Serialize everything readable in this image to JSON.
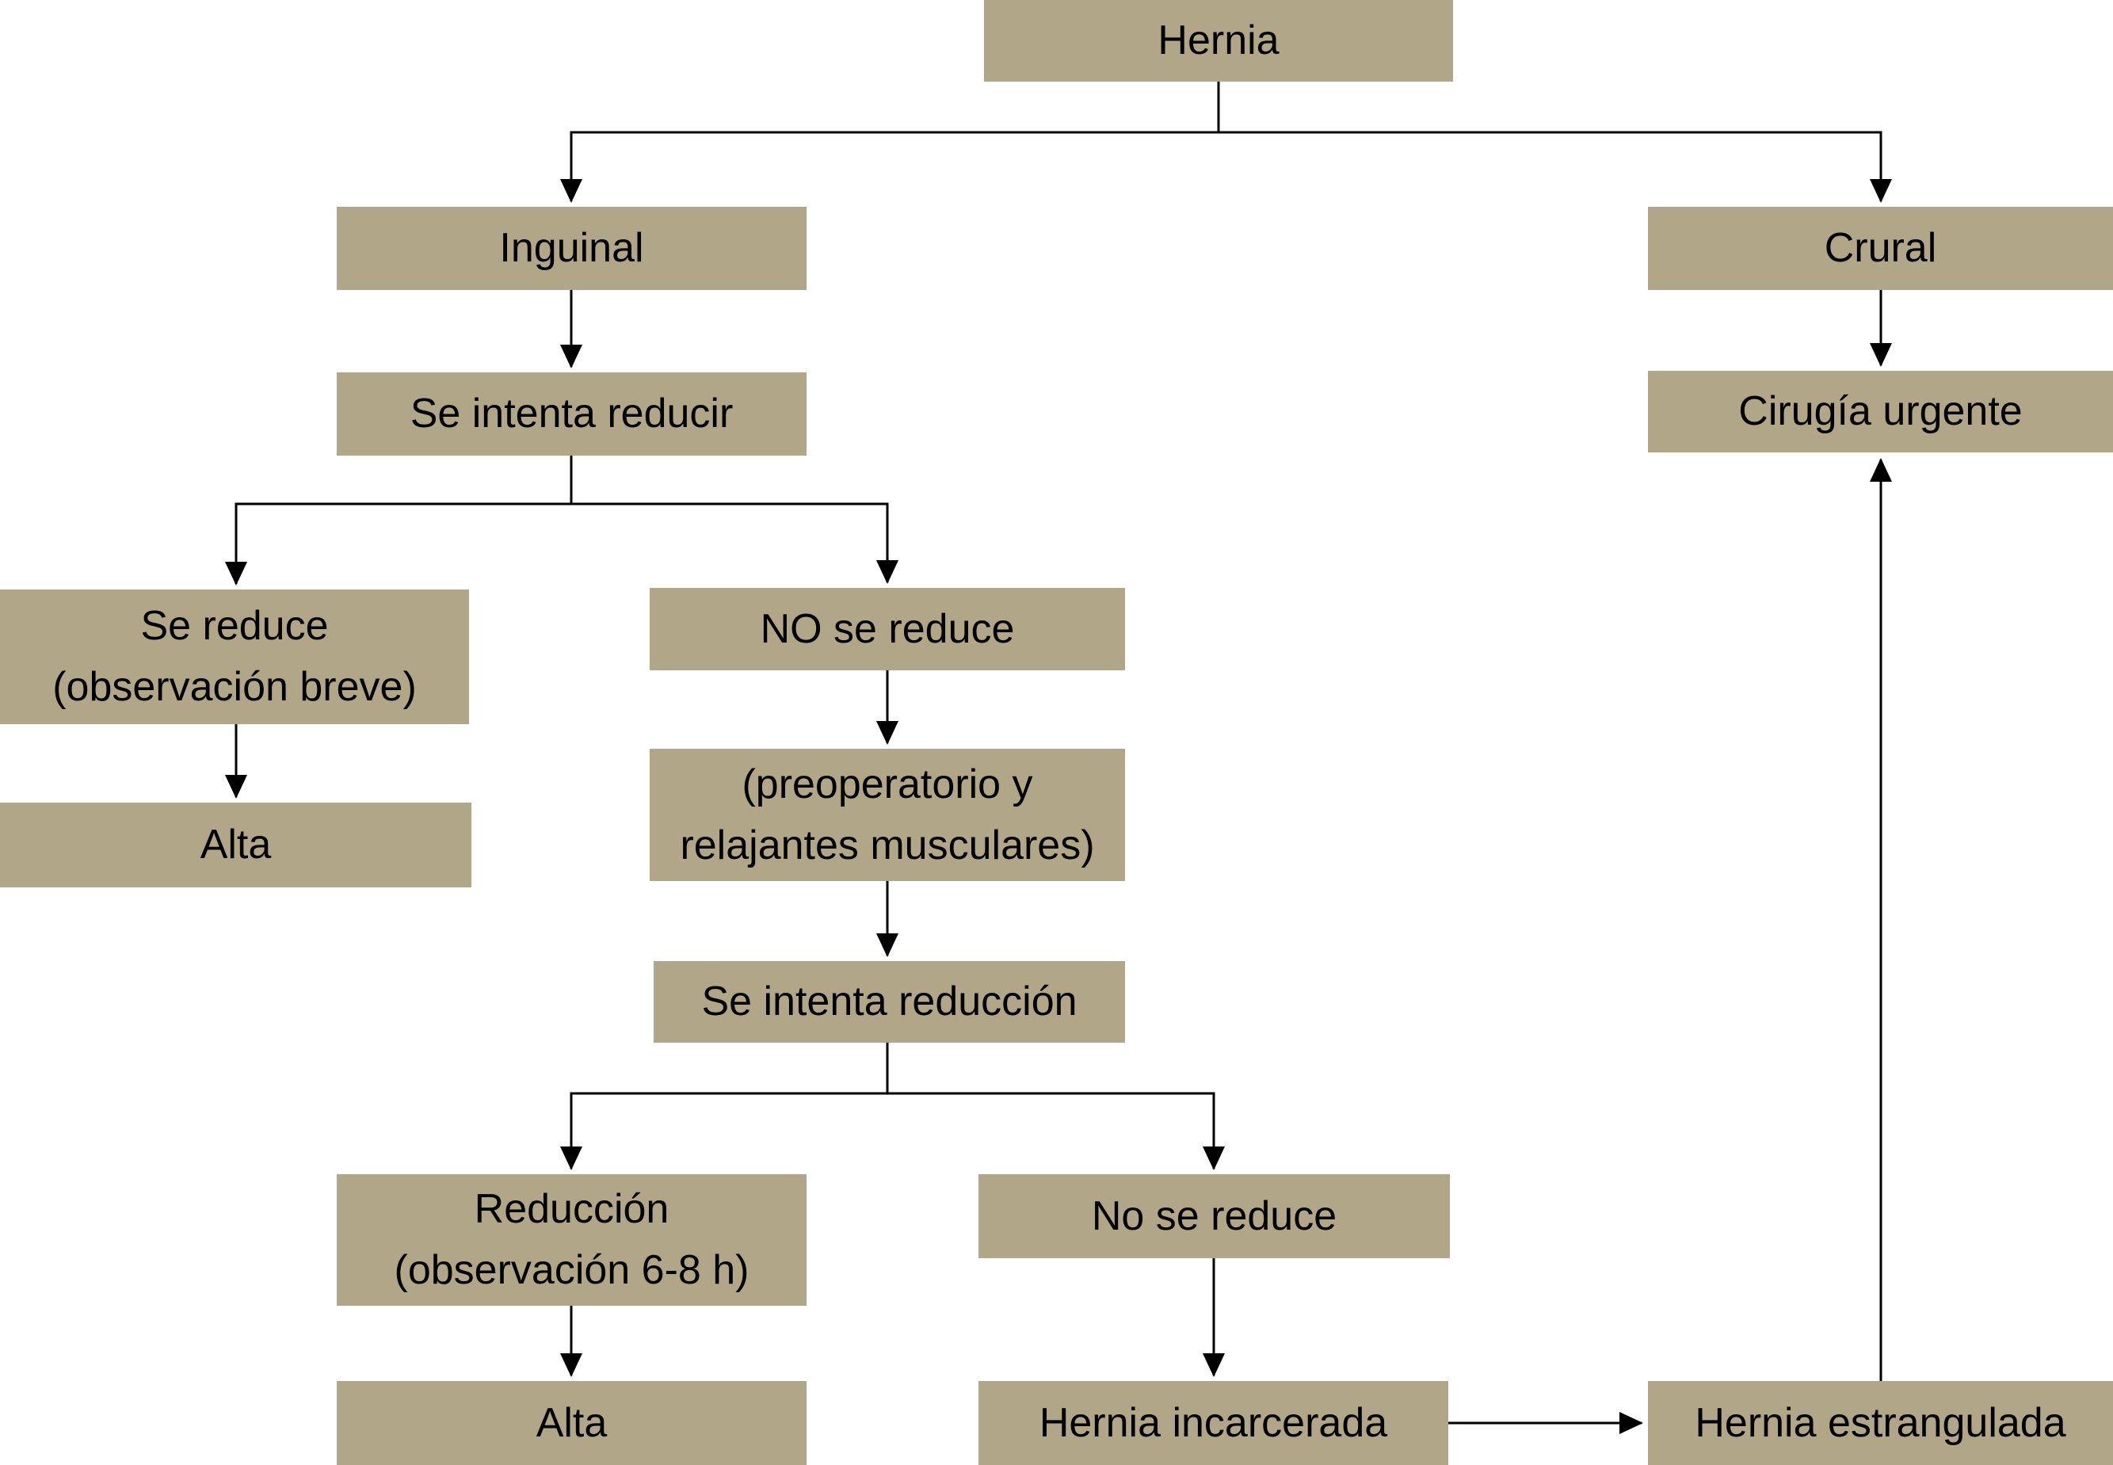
{
  "colors": {
    "node_fill": "#b2a689",
    "connector": "#000000",
    "text": "#000000",
    "background": "#ffffff"
  },
  "nodes": {
    "hernia": {
      "label": "Hernia"
    },
    "inguinal": {
      "label": "Inguinal"
    },
    "crural": {
      "label": "Crural"
    },
    "se_intenta_reducir": {
      "label": "Se intenta reducir"
    },
    "cirugia_urgente": {
      "label": "Cirugía urgente"
    },
    "se_reduce": {
      "label": "Se reduce\n(observación breve)"
    },
    "alta_superior": {
      "label": "Alta"
    },
    "no_se_reduce_1": {
      "label": "NO se reduce"
    },
    "preoperatorio": {
      "label": "(preoperatorio y\nrelajantes musculares)"
    },
    "se_intenta_reduccion": {
      "label": "Se intenta reducción"
    },
    "reduccion": {
      "label": "Reducción\n(observación 6-8 h)"
    },
    "alta_inferior": {
      "label": "Alta"
    },
    "no_se_reduce_2": {
      "label": "No se reduce"
    },
    "hernia_incarcerada": {
      "label": "Hernia incarcerada"
    },
    "hernia_estrangulada": {
      "label": "Hernia estrangulada"
    }
  }
}
